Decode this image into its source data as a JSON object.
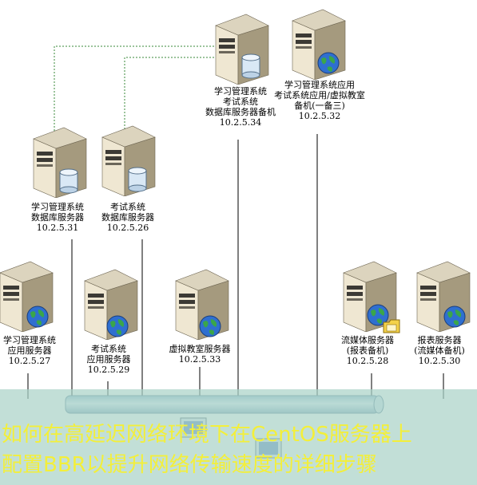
{
  "servers": [
    {
      "id": "lms-db-backup",
      "lines": [
        "学习管理系统",
        "考试系统",
        "数据库服务器备机"
      ],
      "ip": "10.2.5.34",
      "icon": "database"
    },
    {
      "id": "app-backup3",
      "lines": [
        "学习管理系统应用",
        "考试系统应用/虚拟教室",
        "备机(一备三)"
      ],
      "ip": "10.2.5.32",
      "icon": "globe"
    },
    {
      "id": "lms-db",
      "lines": [
        "学习管理系统",
        "数据库服务器"
      ],
      "ip": "10.2.5.31",
      "icon": "database"
    },
    {
      "id": "exam-db",
      "lines": [
        "考试系统",
        "数据库服务器"
      ],
      "ip": "10.2.5.26",
      "icon": "database"
    },
    {
      "id": "lms-app",
      "lines": [
        "学习管理系统",
        "应用服务器"
      ],
      "ip": "10.2.5.27",
      "icon": "globe"
    },
    {
      "id": "exam-app",
      "lines": [
        "考试系统",
        "应用服务器"
      ],
      "ip": "10.2.5.29",
      "icon": "globe"
    },
    {
      "id": "vclass",
      "lines": [
        "虚拟教室服务器"
      ],
      "ip": "10.2.5.33",
      "icon": "globe"
    },
    {
      "id": "stream",
      "lines": [
        "流媒体服务器",
        "(报表备机)"
      ],
      "ip": "10.2.5.28",
      "icon": "globe-folder"
    },
    {
      "id": "report",
      "lines": [
        "报表服务器",
        "(流媒体备机)"
      ],
      "ip": "10.2.5.30",
      "icon": "globe"
    }
  ],
  "banner": {
    "line1": "如何在高延迟网络环境下在CentOS服务器上",
    "line2": "配置BBR以提升网络传输速度的详细步骤"
  },
  "colors": {
    "banner_text": "#f3ef3a",
    "banner_bg": "#aad2c8",
    "bus": "#b9d3e4"
  }
}
